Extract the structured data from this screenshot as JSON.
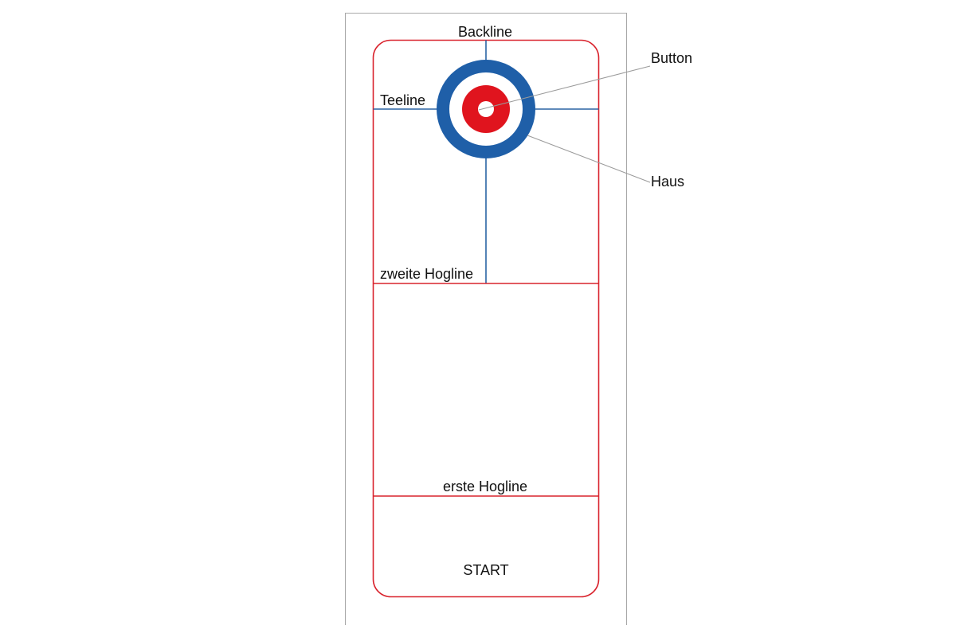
{
  "labels": {
    "backline": "Backline",
    "teeline": "Teeline",
    "zweite_hogline": "zweite Hogline",
    "erste_hogline": "erste Hogline",
    "start": "START",
    "button": "Button",
    "haus": "Haus"
  },
  "colors": {
    "frame": "#a8a8a8",
    "sheet_outline": "#d9232d",
    "hoglines": "#d9232d",
    "center_and_tee_lines": "#2a64a3",
    "house_outer_ring": "#1f5fa8",
    "house_middle_ring": "#ffffff",
    "house_inner_ring": "#e0141e",
    "button": "#ffffff",
    "callout_lines": "#9a9a9a"
  }
}
